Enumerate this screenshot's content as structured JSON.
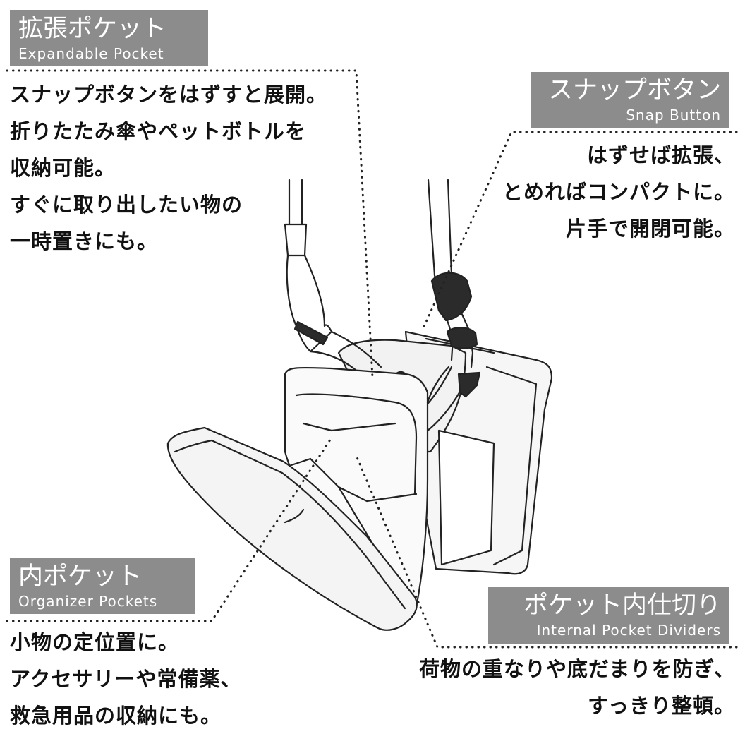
{
  "expandable_pocket": {
    "title_jp": "拡張ポケット",
    "title_en": "Expandable Pocket",
    "lines": [
      "スナップボタンをはずすと展開。",
      "折りたたみ傘やペットボトルを",
      "収納可能。",
      "すぐに取り出したい物の",
      "一時置きにも。"
    ]
  },
  "snap_button": {
    "title_jp": "スナップボタン",
    "title_en": "Snap Button",
    "lines": [
      "はずせば拡張、",
      "とめればコンパクトに。",
      "片手で開閉可能。"
    ]
  },
  "organizer_pockets": {
    "title_jp": "内ポケット",
    "title_en": "Organizer Pockets",
    "lines": [
      "小物の定位置に。",
      "アクセサリーや常備薬、",
      "救急用品の収納にも。"
    ]
  },
  "internal_dividers": {
    "title_jp": "ポケット内仕切り",
    "title_en": "Internal Pocket Dividers",
    "lines": [
      "荷物の重なりや底だまりを防ぎ、",
      "すっきり整頓。"
    ]
  },
  "colors": {
    "label_bg": "#8c8c8c",
    "label_text": "#ffffff",
    "body_text": "#111111",
    "strap_dark": "#2b2b2b"
  }
}
